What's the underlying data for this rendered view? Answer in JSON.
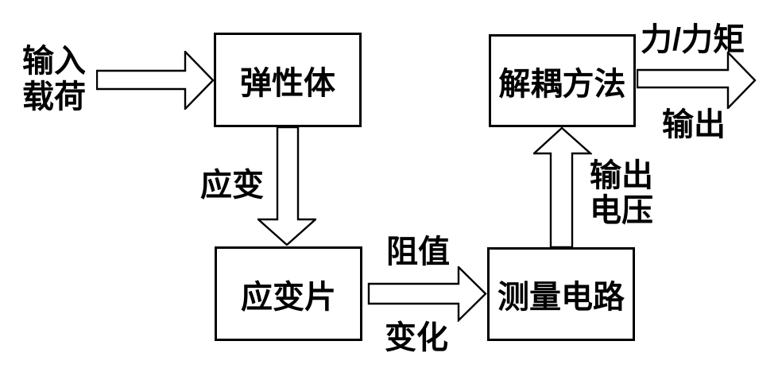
{
  "diagram": {
    "type": "flowchart",
    "colors": {
      "background": "#ffffff",
      "line": "#000000",
      "text": "#000000"
    },
    "nodes": [
      {
        "id": "elastic-body",
        "label": "弹性体"
      },
      {
        "id": "decoupling-method",
        "label": "解耦方法"
      },
      {
        "id": "strain-gauge",
        "label": "应变片"
      },
      {
        "id": "measurement-circuit",
        "label": "测量电路"
      }
    ],
    "annotations": {
      "input_load": {
        "line1": "输入",
        "line2": "载荷"
      },
      "strain": "应变",
      "resistance_change": {
        "line1": "阻值",
        "line2": "变化"
      },
      "output_voltage": {
        "line1": "输出",
        "line2": "电压"
      },
      "force_torque": "力/力矩",
      "output": "输出"
    },
    "edges": [
      {
        "from": "external-input",
        "to": "elastic-body",
        "label": "输入载荷",
        "direction": "right"
      },
      {
        "from": "elastic-body",
        "to": "strain-gauge",
        "label": "应变",
        "direction": "down"
      },
      {
        "from": "strain-gauge",
        "to": "measurement-circuit",
        "label": "阻值变化",
        "direction": "right"
      },
      {
        "from": "measurement-circuit",
        "to": "decoupling-method",
        "label": "输出电压",
        "direction": "up"
      },
      {
        "from": "decoupling-method",
        "to": "external-output",
        "label": "力/力矩输出",
        "direction": "right"
      }
    ]
  }
}
